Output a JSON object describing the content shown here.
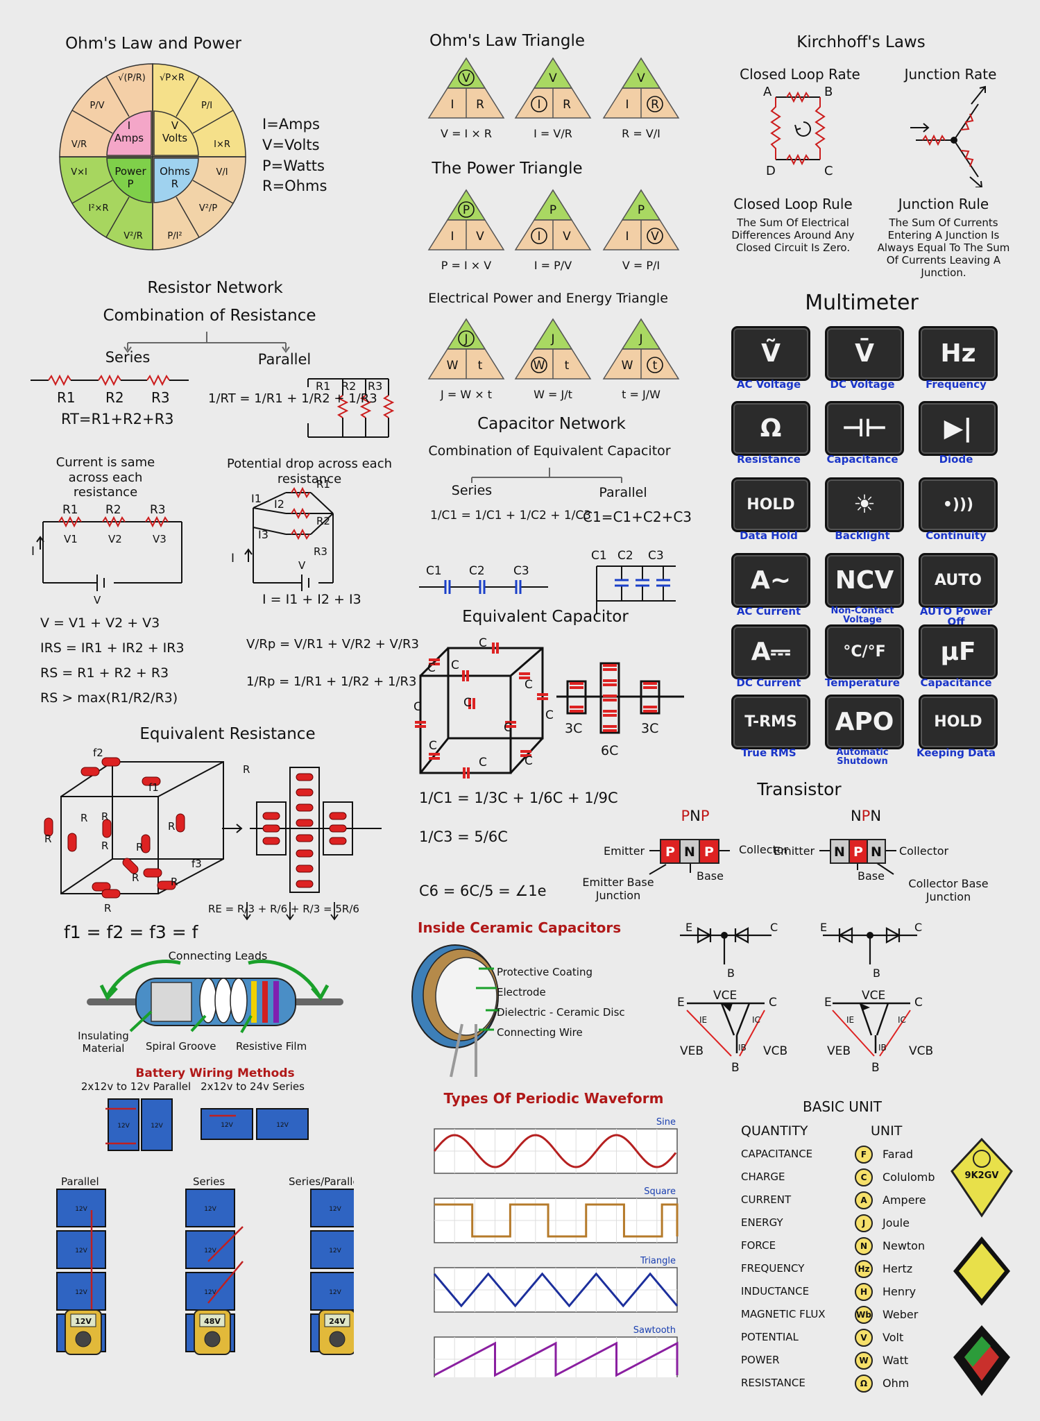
{
  "ohm": {
    "title": "Ohm's Law and Power",
    "legend": [
      "I=Amps",
      "V=Volts",
      "P=Watts",
      "R=Ohms"
    ],
    "center": {
      "amps_sym": "I",
      "amps": "Amps",
      "volts_sym": "V",
      "volts": "Volts",
      "ohms": "Ohms",
      "ohms_sym": "R",
      "power": "Power",
      "power_sym": "P"
    },
    "outer": [
      "√(P/R)",
      "√P×R",
      "P/I",
      "I×R",
      "V/I",
      "V²/P",
      "P/I²",
      "V²/R",
      "I²×R",
      "V×I",
      "V/R",
      "P/V"
    ]
  },
  "triangle": {
    "title": "Ohm's Law Triangle",
    "top": "V",
    "left": "I",
    "right": "R",
    "f1": "V = I × R",
    "f2": "I = V/R",
    "f3": "R = V/I"
  },
  "power_triangle": {
    "title": "The Power Triangle",
    "top": "P",
    "left": "I",
    "right": "V",
    "f1": "P = I × V",
    "f2": "I = P/V",
    "f3": "V = P/I"
  },
  "energy_triangle": {
    "title": "Electrical Power and Energy Triangle",
    "top": "J",
    "left": "W",
    "right": "t",
    "f1": "J = W × t",
    "f2": "W = J/t",
    "f3": "t = J/W"
  },
  "kirchhoff": {
    "title": "Kirchhoff's Laws",
    "loop_title": "Closed Loop Rate",
    "junction_title": "Junction Rate",
    "corners": [
      "A",
      "B",
      "C",
      "D"
    ],
    "loop_rule": "Closed Loop Rule",
    "loop_text": "The Sum Of Electrical Differences Around Any Closed Circuit Is Zero.",
    "junction_rule": "Junction Rule",
    "junction_text": "The Sum Of Currents Entering A Junction Is Always Equal To The Sum Of Currents Leaving A Junction."
  },
  "resistor": {
    "title1": "Resistor Network",
    "title2": "Combination of Resistance",
    "series": "Series",
    "parallel": "Parallel",
    "r1": "R1",
    "r2": "R2",
    "r3": "R3",
    "series_formula": "RT=R1+R2+R3",
    "parallel_formula": "1/RT = 1/R1 + 1/R2 + 1/R3",
    "current_same": "Current is same across each resistance",
    "potential_drop": "Potential drop across each resistance",
    "i_label": "I",
    "v_label": "V",
    "v1": "V1",
    "v2": "V2",
    "v3": "V3",
    "ir1": "R1",
    "ir2": "R2",
    "ir3": "R3",
    "i1": "I1",
    "i2": "I2",
    "i3": "I3",
    "current_sum": "I = I1 + I2 + I3",
    "left_eqs": [
      "V = V1 + V2 + V3",
      "IRS = IR1 + IR2 + IR3",
      "RS = R1 + R2 + R3",
      "RS > max(R1/R2/R3)"
    ],
    "right_eqs": [
      "V/Rp = V/R1 + V/R2 + V/R3",
      "1/Rp = 1/R1 + 1/R2 + 1/R3"
    ]
  },
  "equiv_res": {
    "title": "Equivalent Resistance",
    "r": "R",
    "f1": "f1",
    "f2": "f2",
    "f3": "f3",
    "formula": "RE = R/3 + R/6 + R/3 = 5R/6",
    "bottom": "f1 = f2 = f3 = f"
  },
  "resistor_parts": {
    "leads": "Connecting Leads",
    "insulating": "Insulating Material",
    "groove": "Spiral Groove",
    "film": "Resistive Film"
  },
  "battery": {
    "title": "Battery Wiring Methods",
    "parallel_label": "2x12v to 12v Parallel",
    "series_label": "2x12v to 24v Series",
    "cell": "12V",
    "p": "Parallel",
    "s": "Series",
    "sp": "Series/Parallel",
    "meter1": "12V",
    "meter2": "48V",
    "meter3": "24V"
  },
  "capacitor": {
    "title": "Capacitor Network",
    "subtitle": "Combination of Equivalent Capacitor",
    "series": "Series",
    "parallel": "Parallel",
    "series_formula": "1/C1 = 1/C1 + 1/C2 + 1/C3",
    "parallel_formula": "C1=C1+C2+C3",
    "c1": "C1",
    "c2": "C2",
    "c3": "C3",
    "equiv_title": "Equivalent Capacitor",
    "c": "C",
    "3c": "3C",
    "6c": "6C",
    "eq1": "1/C1 = 1/3C + 1/6C + 1/9C",
    "eq2": "1/C3 = 5/6C",
    "eq3": "C6 = 6C/5 = ∠1e"
  },
  "ceramic": {
    "title": "Inside Ceramic Capacitors",
    "labels": [
      "Protective Coating",
      "Electrode",
      "Dielectric - Ceramic Disc",
      "Connecting Wire"
    ]
  },
  "waveforms": {
    "title": "Types Of Periodic Waveform",
    "items": [
      "Sine",
      "Square",
      "Triangle",
      "Sawtooth"
    ],
    "colors": [
      "#b52020",
      "#b57a2a",
      "#1c2f9c",
      "#8a1fa0"
    ]
  },
  "multimeter": {
    "title": "Multimeter",
    "cells": [
      {
        "sym": "Ṽ",
        "label": "AC Voltage"
      },
      {
        "sym": "V̄",
        "label": "DC Voltage"
      },
      {
        "sym": "Hz",
        "label": "Frequency"
      },
      {
        "sym": "Ω",
        "label": "Resistance"
      },
      {
        "sym": "⊣⊢",
        "label": "Capacitance"
      },
      {
        "sym": "▶|",
        "label": "Diode"
      },
      {
        "sym": "HOLD",
        "label": "Data Hold"
      },
      {
        "sym": "☀",
        "label": "Backlight"
      },
      {
        "sym": "•)))",
        "label": "Continuity"
      },
      {
        "sym": "A~",
        "label": "AC Current"
      },
      {
        "sym": "NCV",
        "label": "Non-Contact Voltage"
      },
      {
        "sym": "AUTO",
        "label": "AUTO Power Off"
      },
      {
        "sym": "A⎓",
        "label": "DC Current"
      },
      {
        "sym": "°C/°F",
        "label": "Temperature"
      },
      {
        "sym": "μF",
        "label": "Capacitance"
      },
      {
        "sym": "T-RMS",
        "label": "True RMS"
      },
      {
        "sym": "APO",
        "label": "Automatic Shutdown"
      },
      {
        "sym": "HOLD",
        "label": "Keeping Data"
      }
    ]
  },
  "transistor": {
    "title": "Transistor",
    "pnp": "PNP",
    "npn": "NPN",
    "emitter": "Emitter",
    "collector": "Collector",
    "base": "Base",
    "eb_junction": "Emitter Base Junction",
    "cb_junction": "Collector Base Junction",
    "p": "P",
    "n": "N",
    "e": "E",
    "c": "C",
    "b": "B",
    "vce": "VCE",
    "veb": "VEB",
    "vcb": "VCB",
    "ie": "IE",
    "ic": "IC",
    "ib": "IB"
  },
  "units": {
    "title": "BASIC UNIT",
    "h_quantity": "QUANTITY",
    "h_unit": "UNIT",
    "rows": [
      {
        "q": "CAPACITANCE",
        "s": "F",
        "u": "Farad"
      },
      {
        "q": "CHARGE",
        "s": "C",
        "u": "Colulomb"
      },
      {
        "q": "CURRENT",
        "s": "A",
        "u": "Ampere"
      },
      {
        "q": "ENERGY",
        "s": "J",
        "u": "Joule"
      },
      {
        "q": "FORCE",
        "s": "N",
        "u": "Newton"
      },
      {
        "q": "FREQUENCY",
        "s": "Hz",
        "u": "Hertz"
      },
      {
        "q": "INDUCTANCE",
        "s": "H",
        "u": "Henry"
      },
      {
        "q": "MAGNETIC FLUX",
        "s": "Wb",
        "u": "Weber"
      },
      {
        "q": "POTENTIAL",
        "s": "V",
        "u": "Volt"
      },
      {
        "q": "POWER",
        "s": "W",
        "u": "Watt"
      },
      {
        "q": "RESISTANCE",
        "s": "Ω",
        "u": "Ohm"
      }
    ],
    "logo": "9K2GV"
  }
}
